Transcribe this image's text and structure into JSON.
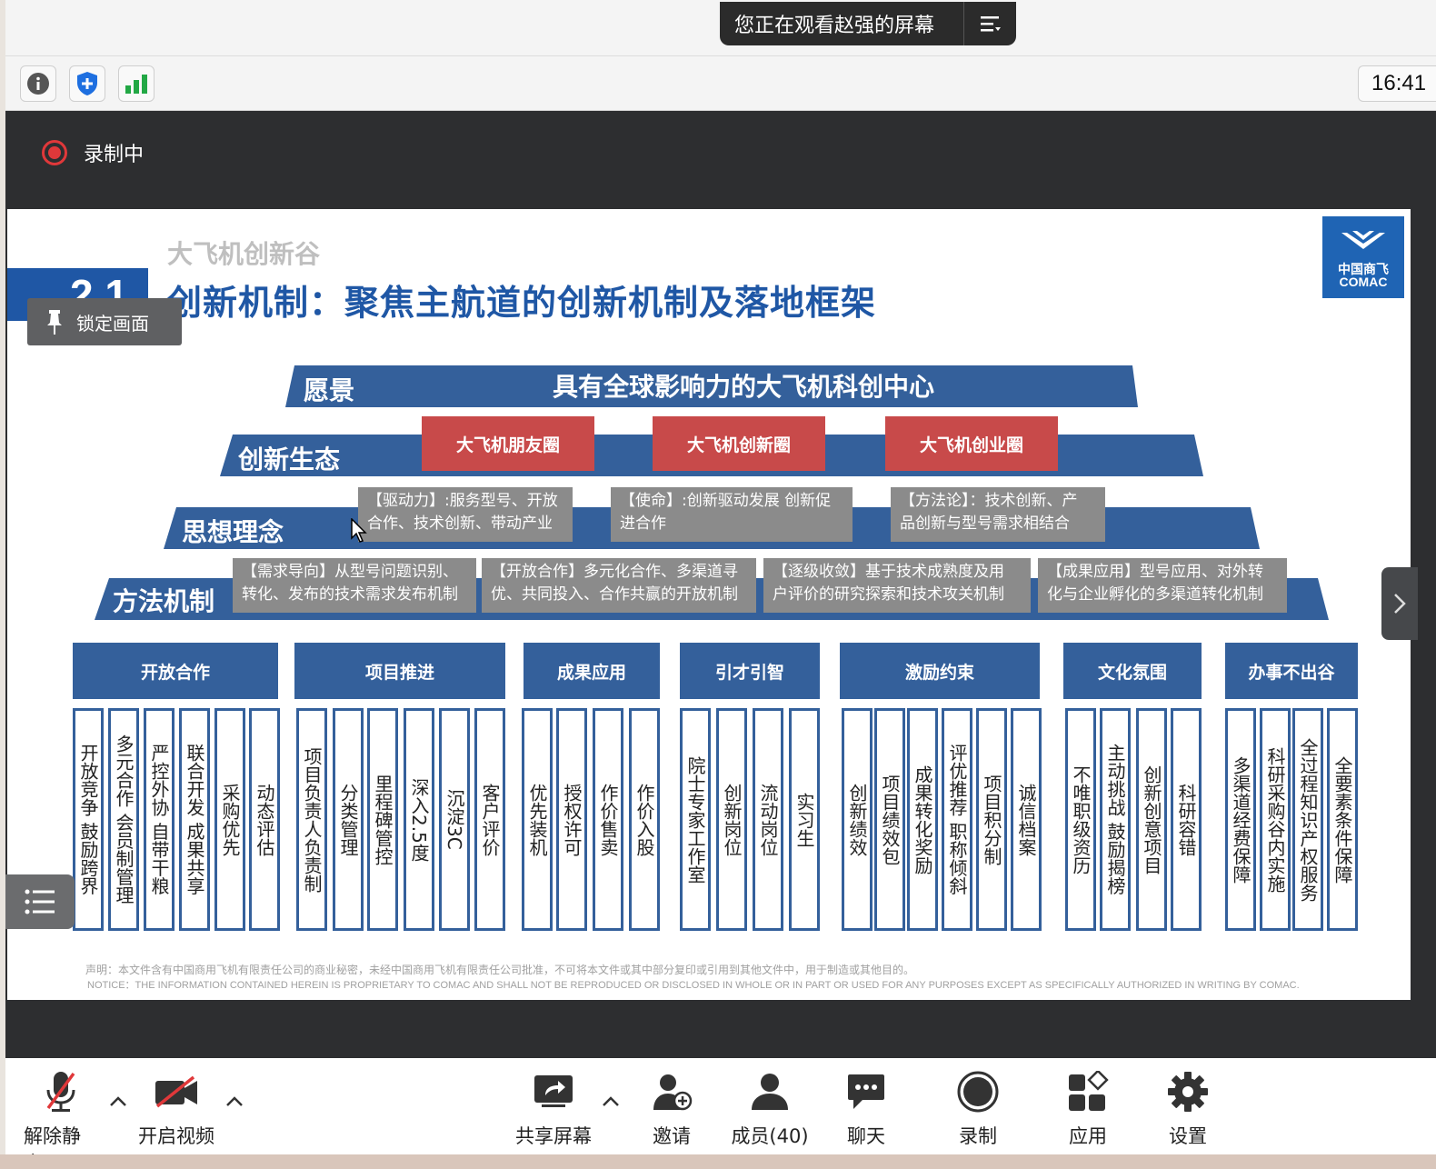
{
  "viewing_banner": "您正在观看赵强的屏幕",
  "clock": "16:41",
  "recording_label": "录制中",
  "lock_button": "锁定画面",
  "slide": {
    "subtitle": "大飞机创新谷",
    "section_number": "2.1",
    "title": "创新机制：聚焦主航道的创新机制及落地框架",
    "logo_cn": "中国商飞",
    "logo_en": "COMAC",
    "vision_label": "愿景",
    "vision_text": "具有全球影响力的大飞机科创中心",
    "ecology_label": "创新生态",
    "ecology_boxes": [
      "大飞机朋友圈",
      "大飞机创新圈",
      "大飞机创业圈"
    ],
    "philosophy_label": "思想理念",
    "philosophy_boxes": [
      {
        "line1": "【驱动力】:服务型号、开放",
        "line2": "合作、技术创新、带动产业"
      },
      {
        "line1": "【使命】:创新驱动发展 创新促",
        "line2": "进合作"
      },
      {
        "line1": "【方法论】：技术创新、产",
        "line2": "品创新与型号需求相结合"
      }
    ],
    "method_label": "方法机制",
    "method_boxes": [
      {
        "line1": "【需求导向】从型号问题识别、",
        "line2": "转化、发布的技术需求发布机制"
      },
      {
        "line1": "【开放合作】多元化合作、多渠道寻",
        "line2": "优、共同投入、合作共赢的开放机制"
      },
      {
        "line1": "【逐级收敛】基于技术成熟度及用",
        "line2": "户评价的研究探索和技术攻关机制"
      },
      {
        "line1": "【成果应用】型号应用、对外转",
        "line2": "化与企业孵化的多渠道转化机制"
      }
    ],
    "pillars": [
      {
        "title": "开放合作",
        "items": [
          "开放竞争 鼓励跨界",
          "多元合作 会员制管理",
          "严控外协 自带干粮",
          "联合开发 成果共享",
          "采购优先",
          "动态评估"
        ]
      },
      {
        "title": "项目推进",
        "items": [
          "项目负责人负责制",
          "分类管理",
          "里程碑管控",
          "深入2.5度",
          "沉淀3C",
          "客户评价"
        ]
      },
      {
        "title": "成果应用",
        "items": [
          "优先装机",
          "授权许可",
          "作价售卖",
          "作价入股"
        ]
      },
      {
        "title": "引才引智",
        "items": [
          "院士专家工作室",
          "创新岗位",
          "流动岗位",
          "实习生"
        ]
      },
      {
        "title": "激励约束",
        "items": [
          "创新绩效",
          "项目绩效包",
          "成果转化奖励",
          "评优推荐 职称倾斜",
          "项目积分制",
          "诚信档案"
        ]
      },
      {
        "title": "文化氛围",
        "items": [
          "不唯职级资历",
          "主动挑战 鼓励揭榜",
          "创新创意项目",
          "科研容错"
        ]
      },
      {
        "title": "办事不出谷",
        "items": [
          "多渠道经费保障",
          "科研采购谷内实施",
          "全过程知识产权服务",
          "全要素条件保障"
        ]
      }
    ],
    "notice_cn": "声明：本文件含有中国商用飞机有限责任公司的商业秘密，未经中国商用飞机有限责任公司批准，不可将本文件或其中部分复印或引用到其他文件中，用于制造或其他目的。",
    "notice_en": "NOTICE：THE INFORMATION CONTAINED HEREIN IS PROPRIETARY TO COMAC AND SHALL NOT BE REPRODUCED OR DISCLOSED IN WHOLE OR IN PART OR USED FOR ANY PURPOSES EXCEPT AS SPECIFICALLY AUTHORIZED IN WRITING BY COMAC."
  },
  "toolbar": {
    "unmute": "解除静音",
    "start_video": "开启视频",
    "share_screen": "共享屏幕",
    "invite": "邀请",
    "members": "成员(40)",
    "chat": "聊天",
    "record": "录制",
    "apps": "应用",
    "settings": "设置"
  },
  "colors": {
    "slide_blue": "#34609b",
    "title_blue": "#1f57a5",
    "red_box": "#c84a4a",
    "grey_box": "#8b8b8b",
    "record_red": "#e0383a"
  }
}
